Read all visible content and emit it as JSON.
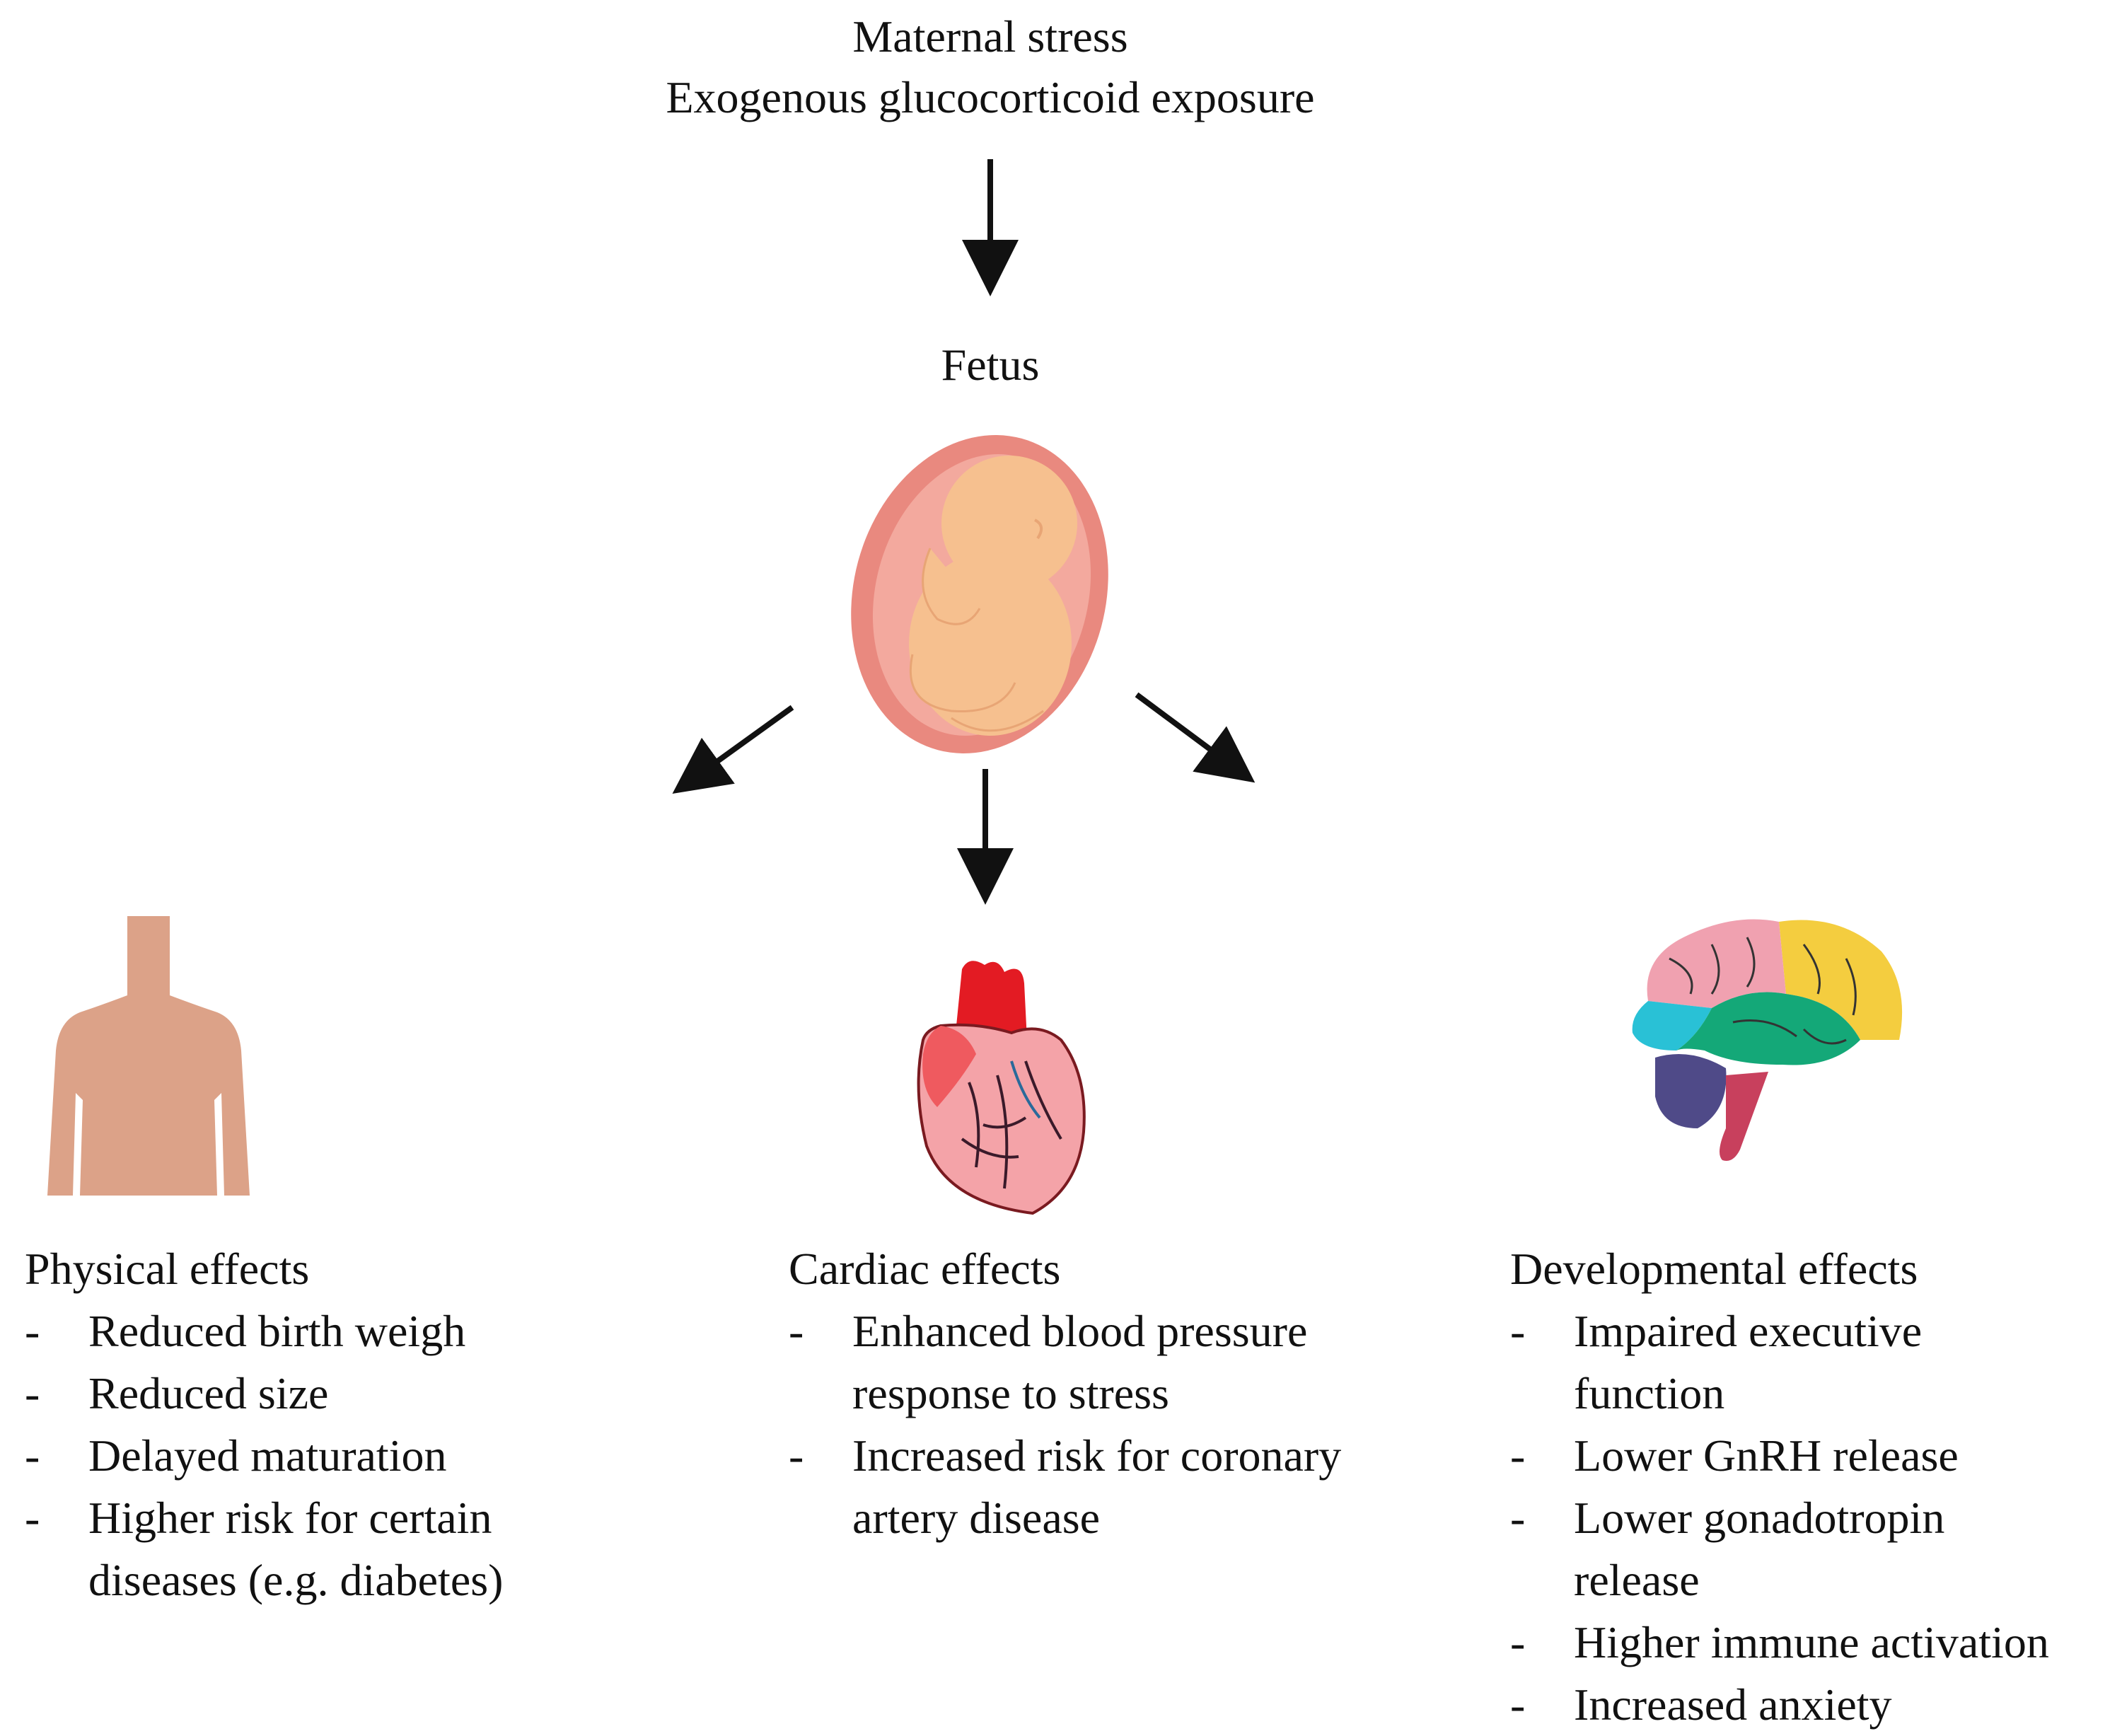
{
  "top": {
    "line1": "Maternal stress",
    "line2": "Exogenous glucocorticoid exposure"
  },
  "fetus_label": "Fetus",
  "columns": [
    {
      "title": "Physical effects",
      "items": [
        "Reduced birth weigh",
        "Reduced size",
        "Delayed maturation",
        "Higher risk for certain diseases (e.g. diabetes)"
      ]
    },
    {
      "title": "Cardiac effects",
      "items": [
        "Enhanced blood pressure response to stress",
        "Increased risk for coronary artery disease"
      ]
    },
    {
      "title": "Developmental effects",
      "items": [
        "Impaired executive function",
        "Lower GnRH release",
        "Lower gonadotropin release",
        "Higher immune activation",
        "Increased anxiety"
      ]
    }
  ],
  "bullet_char": "-",
  "icons": {
    "fetus": "fetus-in-womb-icon",
    "body": "human-torso-icon",
    "heart": "anatomical-heart-icon",
    "brain": "brain-icon"
  }
}
